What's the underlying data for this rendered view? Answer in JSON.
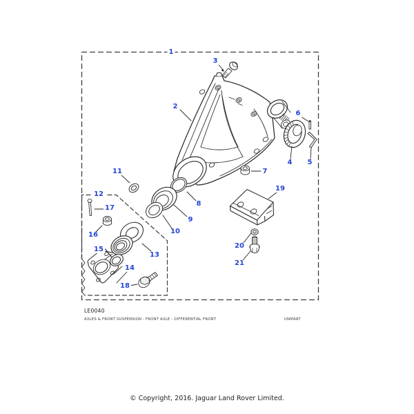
{
  "callouts": {
    "c1": "1",
    "c2": "2",
    "c3": "3",
    "c4": "4",
    "c5": "5",
    "c6": "6",
    "c7": "7",
    "c8": "8",
    "c9": "9",
    "c10": "10",
    "c11": "11",
    "c12": "12",
    "c13": "13",
    "c14": "14",
    "c15": "15",
    "c16": "16",
    "c17": "17",
    "c18": "18",
    "c19": "19",
    "c20": "20",
    "c21": "21"
  },
  "footer": {
    "figure_code": "LE0040",
    "caption": "AXLES & FRONT SUSPENSION - FRONT AXLE - DIFFERENTIAL FRONT",
    "brand": "UNIPART"
  },
  "copyright": "© Copyright, 2016. Jaguar Land Rover Limited.",
  "colors": {
    "callout_blue": "#2445d4",
    "line": "#2f2f2f"
  }
}
